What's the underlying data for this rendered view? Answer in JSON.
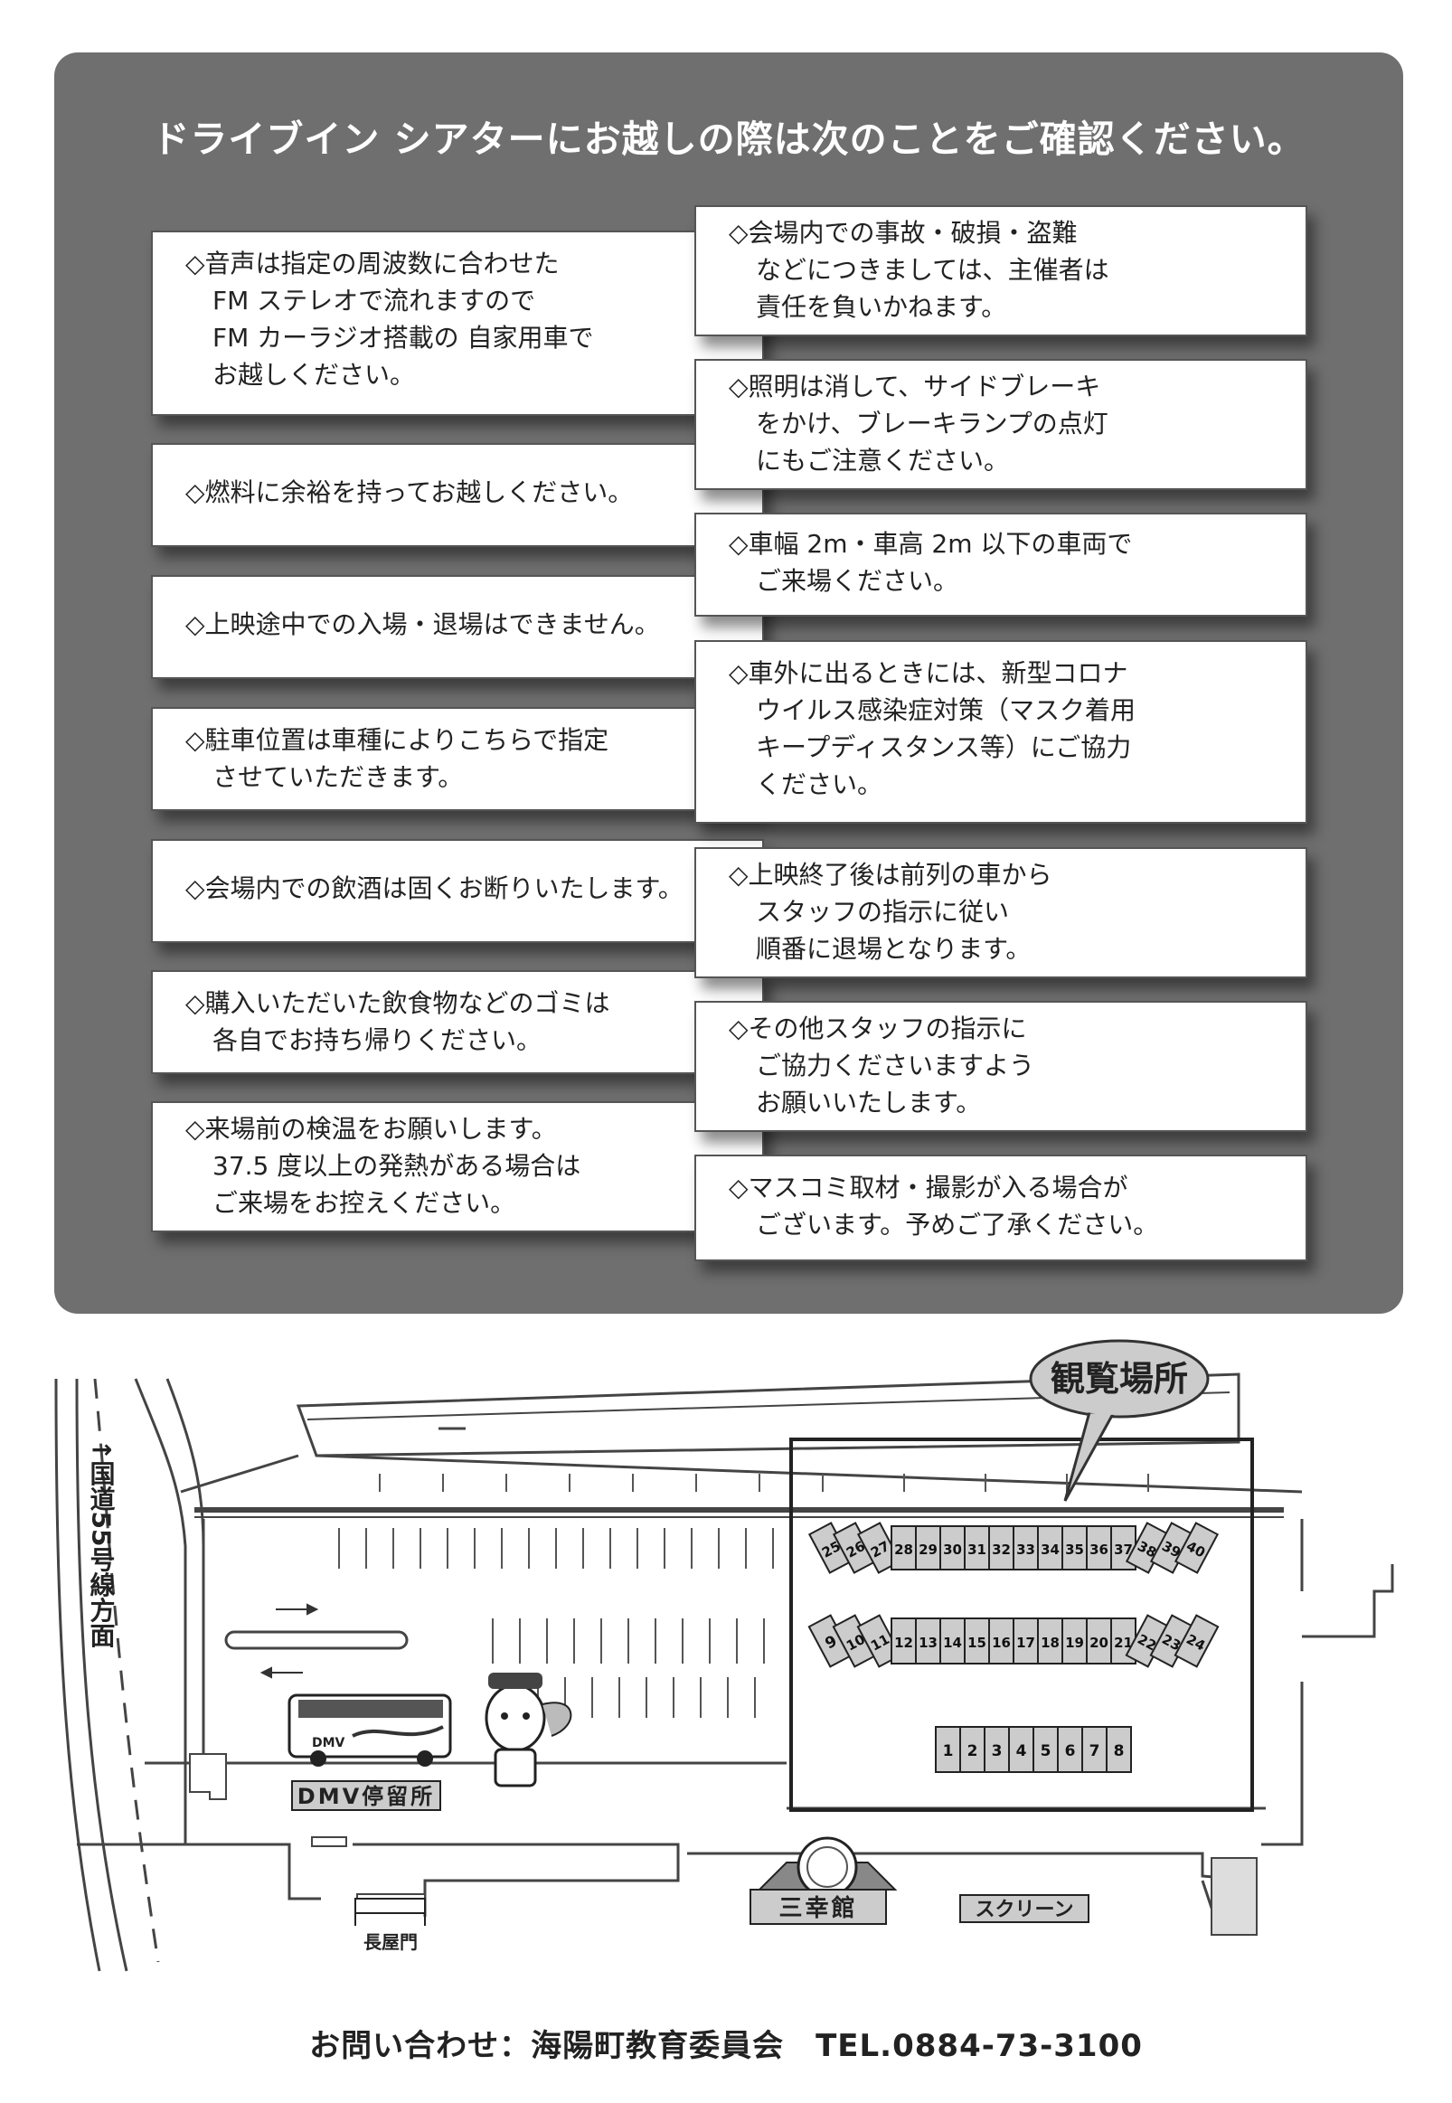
{
  "panel": {
    "title": "ドライブイン シアターにお越しの際は次のことをご確認ください。"
  },
  "notices_left": [
    {
      "lines": [
        "◇音声は指定の周波数に合わせた",
        "FM ステレオで流れますので",
        "FM カーラジオ搭載の 自家用車で",
        "お越しください。"
      ]
    },
    {
      "lines": [
        "◇燃料に余裕を持ってお越しください。"
      ]
    },
    {
      "lines": [
        "◇上映途中での入場・退場はできません。"
      ]
    },
    {
      "lines": [
        "◇駐車位置は車種によりこちらで指定",
        "させていただきます。"
      ]
    },
    {
      "lines": [
        "◇会場内での飲酒は固くお断りいたします。"
      ]
    },
    {
      "lines": [
        "◇購入いただいた飲食物などのゴミは",
        "各自でお持ち帰りください。"
      ]
    },
    {
      "lines": [
        "◇来場前の検温をお願いします。",
        "37.5 度以上の発熱がある場合は",
        "ご来場をお控えください。"
      ]
    }
  ],
  "notices_right": [
    {
      "lines": [
        "◇会場内での事故・破損・盗難",
        "などにつきましては、主催者は",
        "責任を負いかねます。"
      ]
    },
    {
      "lines": [
        "◇照明は消して、サイドブレーキ",
        "をかけ、ブレーキランプの点灯",
        "にもご注意ください。"
      ]
    },
    {
      "lines": [
        "◇車幅 2m・車高 2m 以下の車両で",
        "ご来場ください。"
      ]
    },
    {
      "lines": [
        "◇車外に出るときには、新型コロナ",
        "ウイルス感染症対策（マスク着用",
        "キープディスタンス等）にご協力",
        "ください。"
      ]
    },
    {
      "lines": [
        "◇上映終了後は前列の車から",
        "スタッフの指示に従い",
        "順番に退場となります。"
      ]
    },
    {
      "lines": [
        "◇その他スタッフの指示に",
        "ご協力くださいますよう",
        "お願いいたします。"
      ]
    },
    {
      "lines": [
        "◇マスコミ取材・撮影が入る場合が",
        "ございます。予めご了承ください。"
      ]
    }
  ],
  "map": {
    "callout": "観覧場所",
    "route_label": "↑国道55号線方面",
    "bus_stop_label": "DMV停留所",
    "bus_side_text": "DMV",
    "gate_label": "長屋門",
    "hall_label": "三幸館",
    "screen_label": "スクリーン",
    "row_back": [
      "25",
      "26",
      "27",
      "28",
      "29",
      "30",
      "31",
      "32",
      "33",
      "34",
      "35",
      "36",
      "37",
      "38",
      "39",
      "40"
    ],
    "row_mid": [
      "9",
      "10",
      "11",
      "12",
      "13",
      "14",
      "15",
      "16",
      "17",
      "18",
      "19",
      "20",
      "21",
      "22",
      "23",
      "24"
    ],
    "row_front": [
      "1",
      "2",
      "3",
      "4",
      "5",
      "6",
      "7",
      "8"
    ]
  },
  "footer": {
    "text": "お問い合わせ：海陽町教育委員会　TEL.0884-73-3100"
  }
}
